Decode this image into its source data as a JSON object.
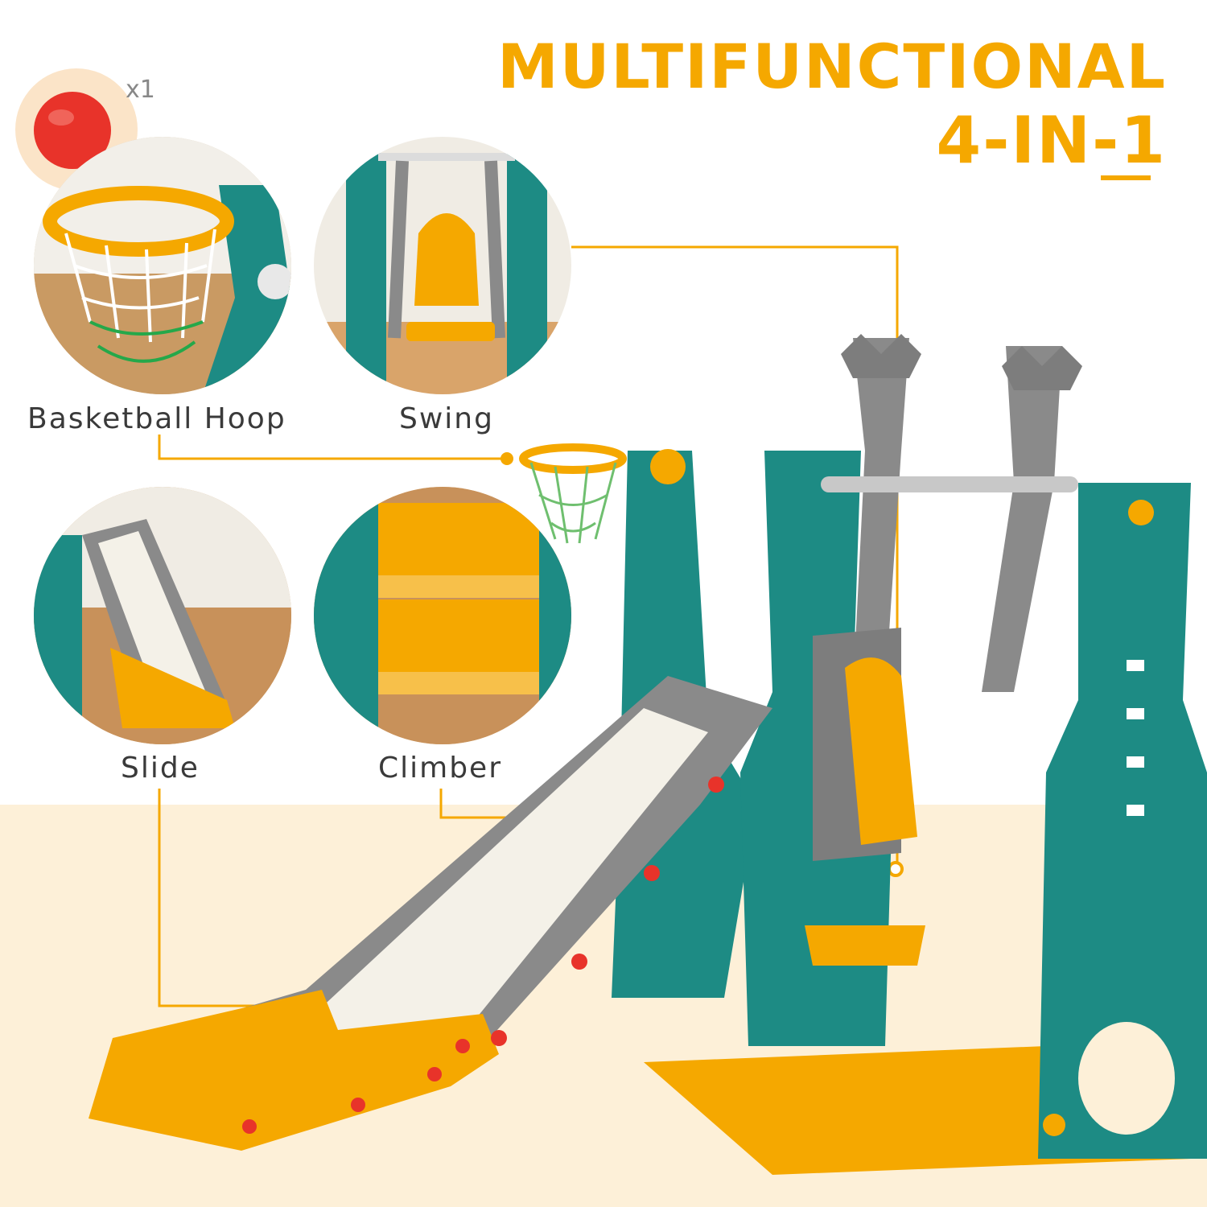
{
  "headline": {
    "line1": "MULTIFUNCTIONAL",
    "line2": "4-IN-1"
  },
  "accessory": {
    "ball_count": "x1",
    "ball_color": "#e8332a"
  },
  "features": [
    {
      "label": "Basketball Hoop"
    },
    {
      "label": "Swing"
    },
    {
      "label": "Slide"
    },
    {
      "label": "Climber"
    }
  ],
  "colors": {
    "accent": "#f5a800",
    "teal": "#1d8b84",
    "grey": "#8a8a8a",
    "floor": "#fdf0d8"
  }
}
